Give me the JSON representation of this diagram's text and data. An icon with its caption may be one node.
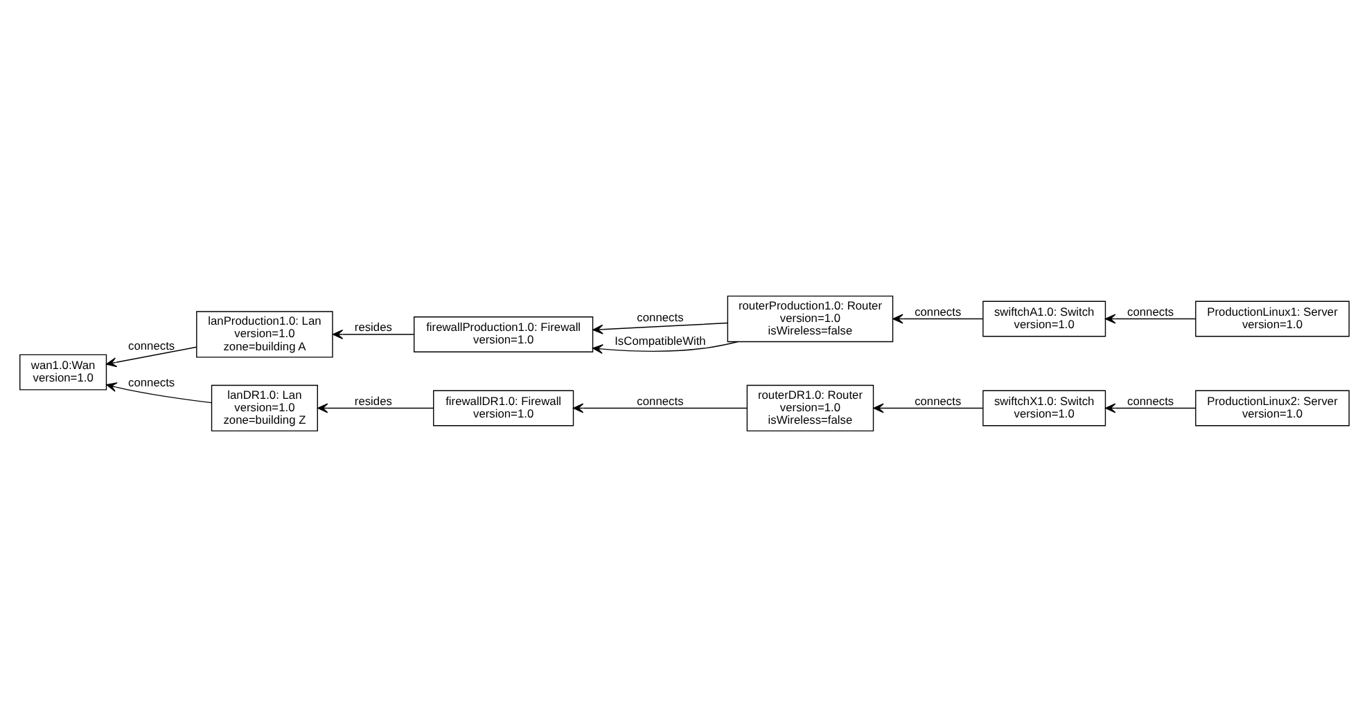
{
  "diagram": {
    "nodes": [
      {
        "text": [
          "wan1.0:Wan",
          "version=1.0"
        ]
      },
      {
        "text": [
          "lanProduction1.0: Lan",
          "version=1.0",
          "zone=building A"
        ]
      },
      {
        "text": [
          "firewallProduction1.0: Firewall",
          "version=1.0"
        ]
      },
      {
        "text": [
          "routerProduction1.0: Router",
          "version=1.0",
          "isWireless=false"
        ]
      },
      {
        "text": [
          "lanDR1.0: Lan",
          "version=1.0",
          "zone=building Z"
        ]
      },
      {
        "text": [
          "firewallDR1.0: Firewall",
          "version=1.0"
        ]
      },
      {
        "text": [
          "routerDR1.0: Router",
          "version=1.0",
          "isWireless=false"
        ]
      },
      {
        "text": [
          "swiftchA1.0: Switch",
          "version=1.0"
        ]
      },
      {
        "text": [
          "ProductionLinux1: Server",
          "version=1.0"
        ]
      },
      {
        "text": [
          "swiftchX1.0: Switch",
          "version=1.0"
        ]
      },
      {
        "text": [
          "ProductionLinux2: Server",
          "version=1.0"
        ]
      }
    ],
    "edges": [
      {
        "from": 1,
        "to": 0,
        "arrow": "to",
        "label": "connects"
      },
      {
        "from": 4,
        "to": 0,
        "arrow": "to",
        "label": "connects"
      },
      {
        "from": 2,
        "to": 1,
        "arrow": "to",
        "label": "resides"
      },
      {
        "from": 3,
        "to": 2,
        "arrow": "to",
        "label": "connects"
      },
      {
        "from": 3,
        "to": 2,
        "arrow": "to",
        "label": "IsCompatibleWith"
      },
      {
        "from": 5,
        "to": 4,
        "arrow": "to",
        "label": "resides"
      },
      {
        "from": 6,
        "to": 5,
        "arrow": "to",
        "label": "connects"
      },
      {
        "from": 8,
        "to": 7,
        "arrow": "to",
        "label": "connects"
      },
      {
        "from": 7,
        "to": 3,
        "arrow": "to",
        "label": "connects"
      },
      {
        "from": 10,
        "to": 9,
        "arrow": "to",
        "label": "connects"
      },
      {
        "from": 9,
        "to": 6,
        "arrow": "to",
        "label": "connects"
      }
    ]
  }
}
